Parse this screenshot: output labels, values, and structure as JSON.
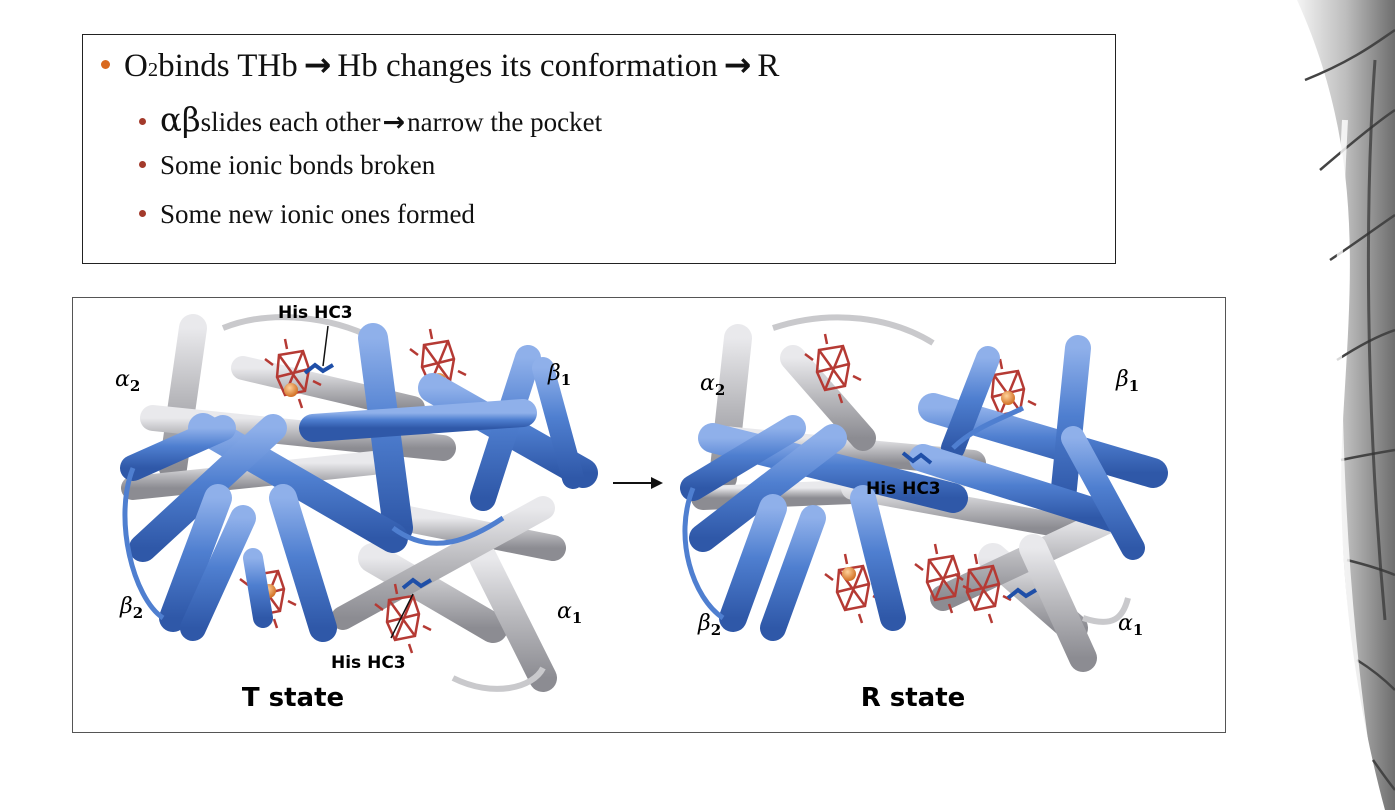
{
  "bullets": {
    "main": {
      "part1": "O",
      "part1_sub": "2",
      "part2": " binds THb",
      "arrow1": "→",
      "part3": " Hb changes its conformation",
      "arrow2": "→",
      "part4": " R"
    },
    "sub": [
      {
        "greek": "αβ",
        "text": " slides each other",
        "arrow": "→",
        "after": "narrow the pocket"
      },
      {
        "text": "Some ionic bonds broken"
      },
      {
        "text": "Some new ionic ones formed"
      }
    ]
  },
  "figure": {
    "t_state": {
      "title": "T state",
      "his_top": "His HC3",
      "his_bottom": "His HC3",
      "alpha2": "α",
      "alpha2_sub": "2",
      "beta1": "β",
      "beta1_sub": "1",
      "beta2": "β",
      "beta2_sub": "2",
      "alpha1": "α",
      "alpha1_sub": "1"
    },
    "transition_arrow": "→",
    "r_state": {
      "title": "R state",
      "his": "His HC3",
      "alpha2": "α",
      "alpha2_sub": "2",
      "beta1": "β",
      "beta1_sub": "1",
      "beta2": "β",
      "beta2_sub": "2",
      "alpha1": "α",
      "alpha1_sub": "1"
    }
  },
  "colors": {
    "bullet_main": "#d9691f",
    "bullet_sub": "#a33a2b",
    "helix_blue": "#4f7fd0",
    "helix_gray": "#b8b8bc",
    "heme_red": "#b53a34",
    "iron_orange": "#e08a3c"
  }
}
